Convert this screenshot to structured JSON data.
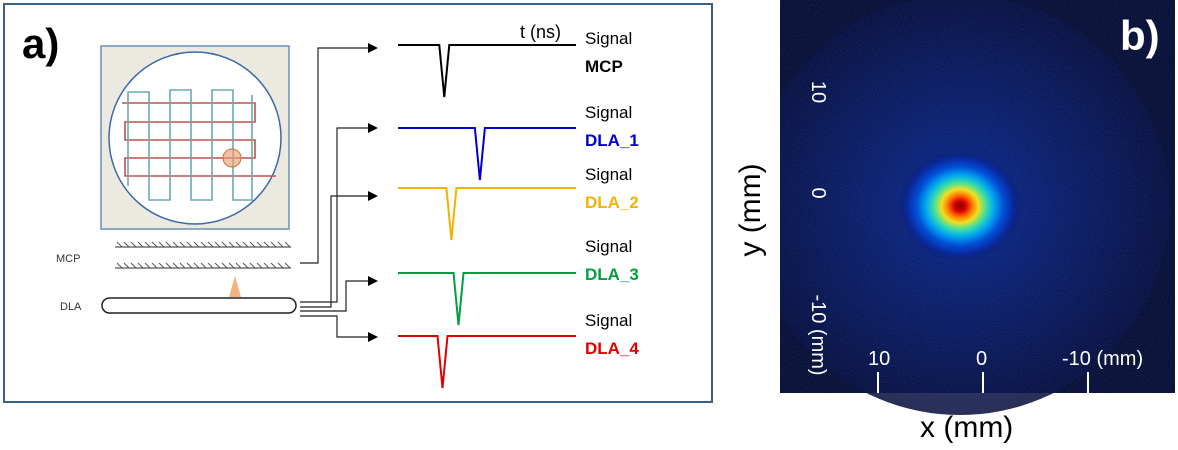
{
  "panel_a": {
    "letter": "a)",
    "time_label": "t (ns)",
    "mcp_label": "MCP",
    "dla_label": "DLA",
    "signals": [
      {
        "prefix": "Signal",
        "name": "MCP",
        "color": "#000000",
        "pulse_fraction": 0.26
      },
      {
        "prefix": "Signal",
        "name": "DLA_1",
        "color": "#0000cc",
        "pulse_fraction": 0.46
      },
      {
        "prefix": "Signal",
        "name": "DLA_2",
        "color": "#f0b400",
        "pulse_fraction": 0.3
      },
      {
        "prefix": "Signal",
        "name": "DLA_3",
        "color": "#00a040",
        "pulse_fraction": 0.34
      },
      {
        "prefix": "Signal",
        "name": "DLA_4",
        "color": "#e00000",
        "pulse_fraction": 0.25
      }
    ],
    "colors": {
      "frame": "#3a5f8a",
      "detector_bg": "#ece9e0",
      "wire_blue": "#6aaab0",
      "wire_red": "#c0504d",
      "hit": "#e8a070"
    }
  },
  "panel_b": {
    "letter": "b)",
    "xlabel": "x (mm)",
    "ylabel": "y (mm)",
    "x_ticks": [
      "10",
      "0",
      "-10 (mm)"
    ],
    "y_ticks": [
      "10",
      "0",
      "-10 (mm)"
    ]
  }
}
